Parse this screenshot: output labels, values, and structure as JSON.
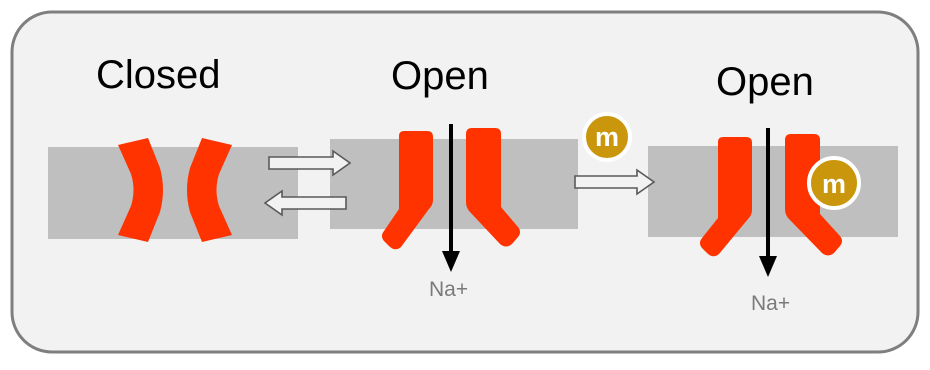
{
  "states": [
    {
      "title": "Closed"
    },
    {
      "title": "Open",
      "ion": "Na+"
    },
    {
      "title": "Open",
      "ion": "Na+"
    }
  ],
  "modulator": {
    "label": "m",
    "color": "#c9960c",
    "ring": "#ffffff"
  },
  "colors": {
    "panel_fill": "#f2f2f2",
    "panel_border": "#7f7f7f",
    "membrane": "#bfbfbf",
    "channel": "#ff3300",
    "ion_arrow": "#000000",
    "transition_arrow_fill": "#f2f2f2",
    "transition_arrow_stroke": "#595959"
  },
  "icons": {
    "equilibrium": "double-arrow-icon",
    "modulator_binding": "right-arrow-icon"
  }
}
